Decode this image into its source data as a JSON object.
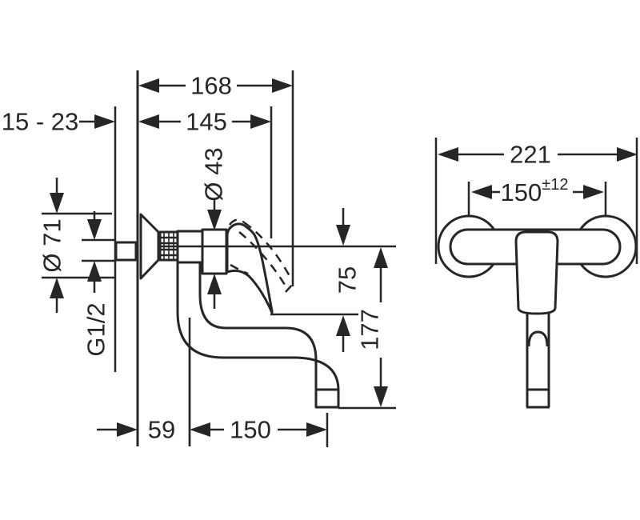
{
  "colors": {
    "ink": "#262626",
    "background": "#ffffff"
  },
  "side_view": {
    "dim_total_projection": "168",
    "dim_spout_projection": "145",
    "dim_wall_adjustment": "15 - 23",
    "dim_body_diameter": "Ø 43",
    "dim_escutcheon_diameter": "Ø 71",
    "dim_connection_thread": "G1/2",
    "dim_axis_to_spout_drop": "75",
    "dim_axis_to_outlet_drop": "177",
    "dim_wall_to_spout_axis": "59",
    "dim_spout_axis_to_outlet": "150"
  },
  "front_view": {
    "dim_overall_width": "221",
    "dim_connection_centres": "150",
    "dim_connection_centres_tolerance": "±12"
  }
}
